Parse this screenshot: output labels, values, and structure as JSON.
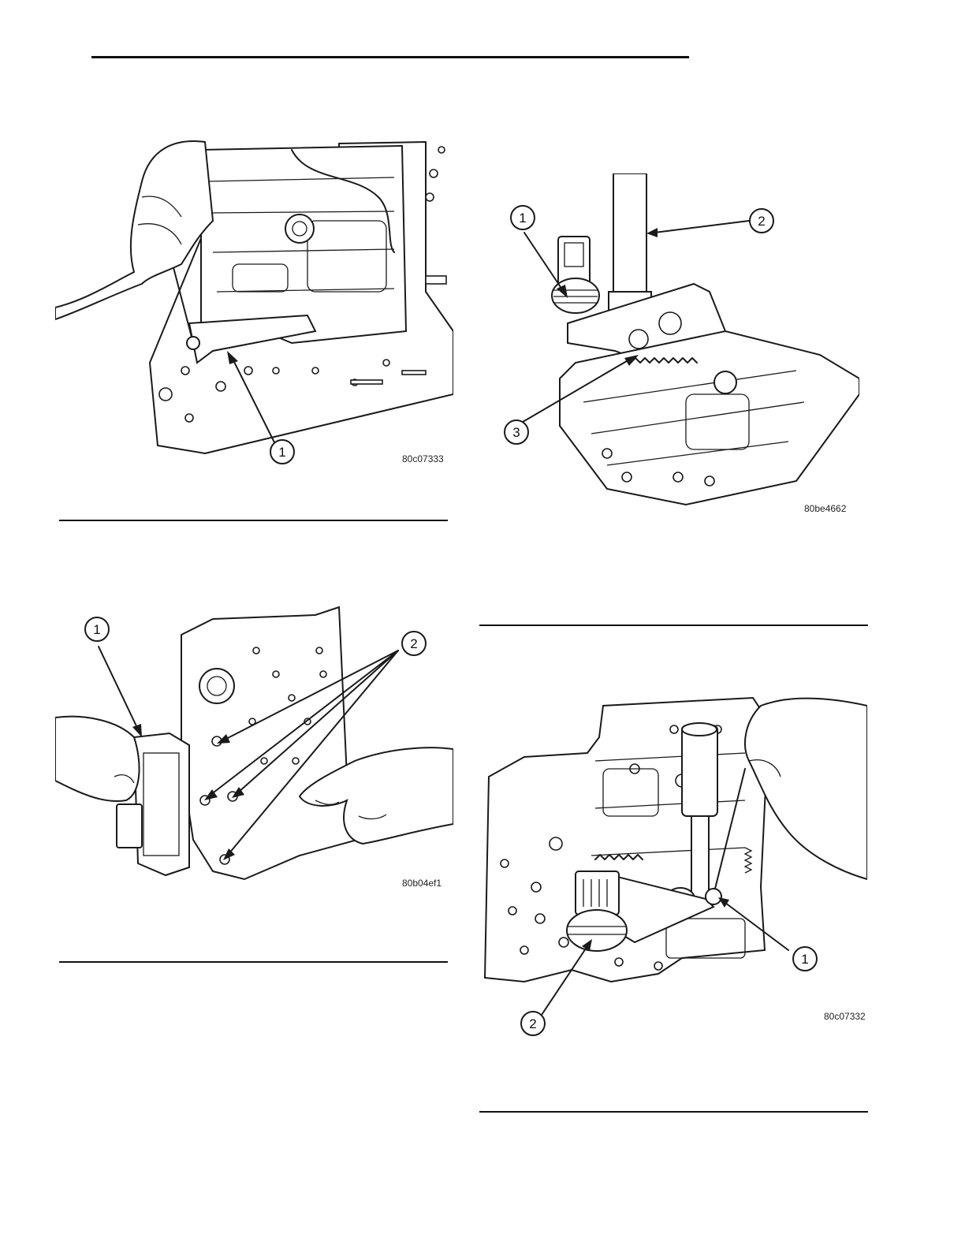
{
  "page": {
    "figures": [
      {
        "id": "fig-top-left",
        "code": "80c07333",
        "callouts": [
          "1"
        ]
      },
      {
        "id": "fig-top-right",
        "code": "80be4662",
        "callouts": [
          "1",
          "2",
          "3"
        ]
      },
      {
        "id": "fig-bottom-left",
        "code": "80b04ef1",
        "callouts": [
          "1",
          "2"
        ]
      },
      {
        "id": "fig-bottom-right",
        "code": "80c07332",
        "callouts": [
          "1",
          "2"
        ]
      }
    ]
  }
}
